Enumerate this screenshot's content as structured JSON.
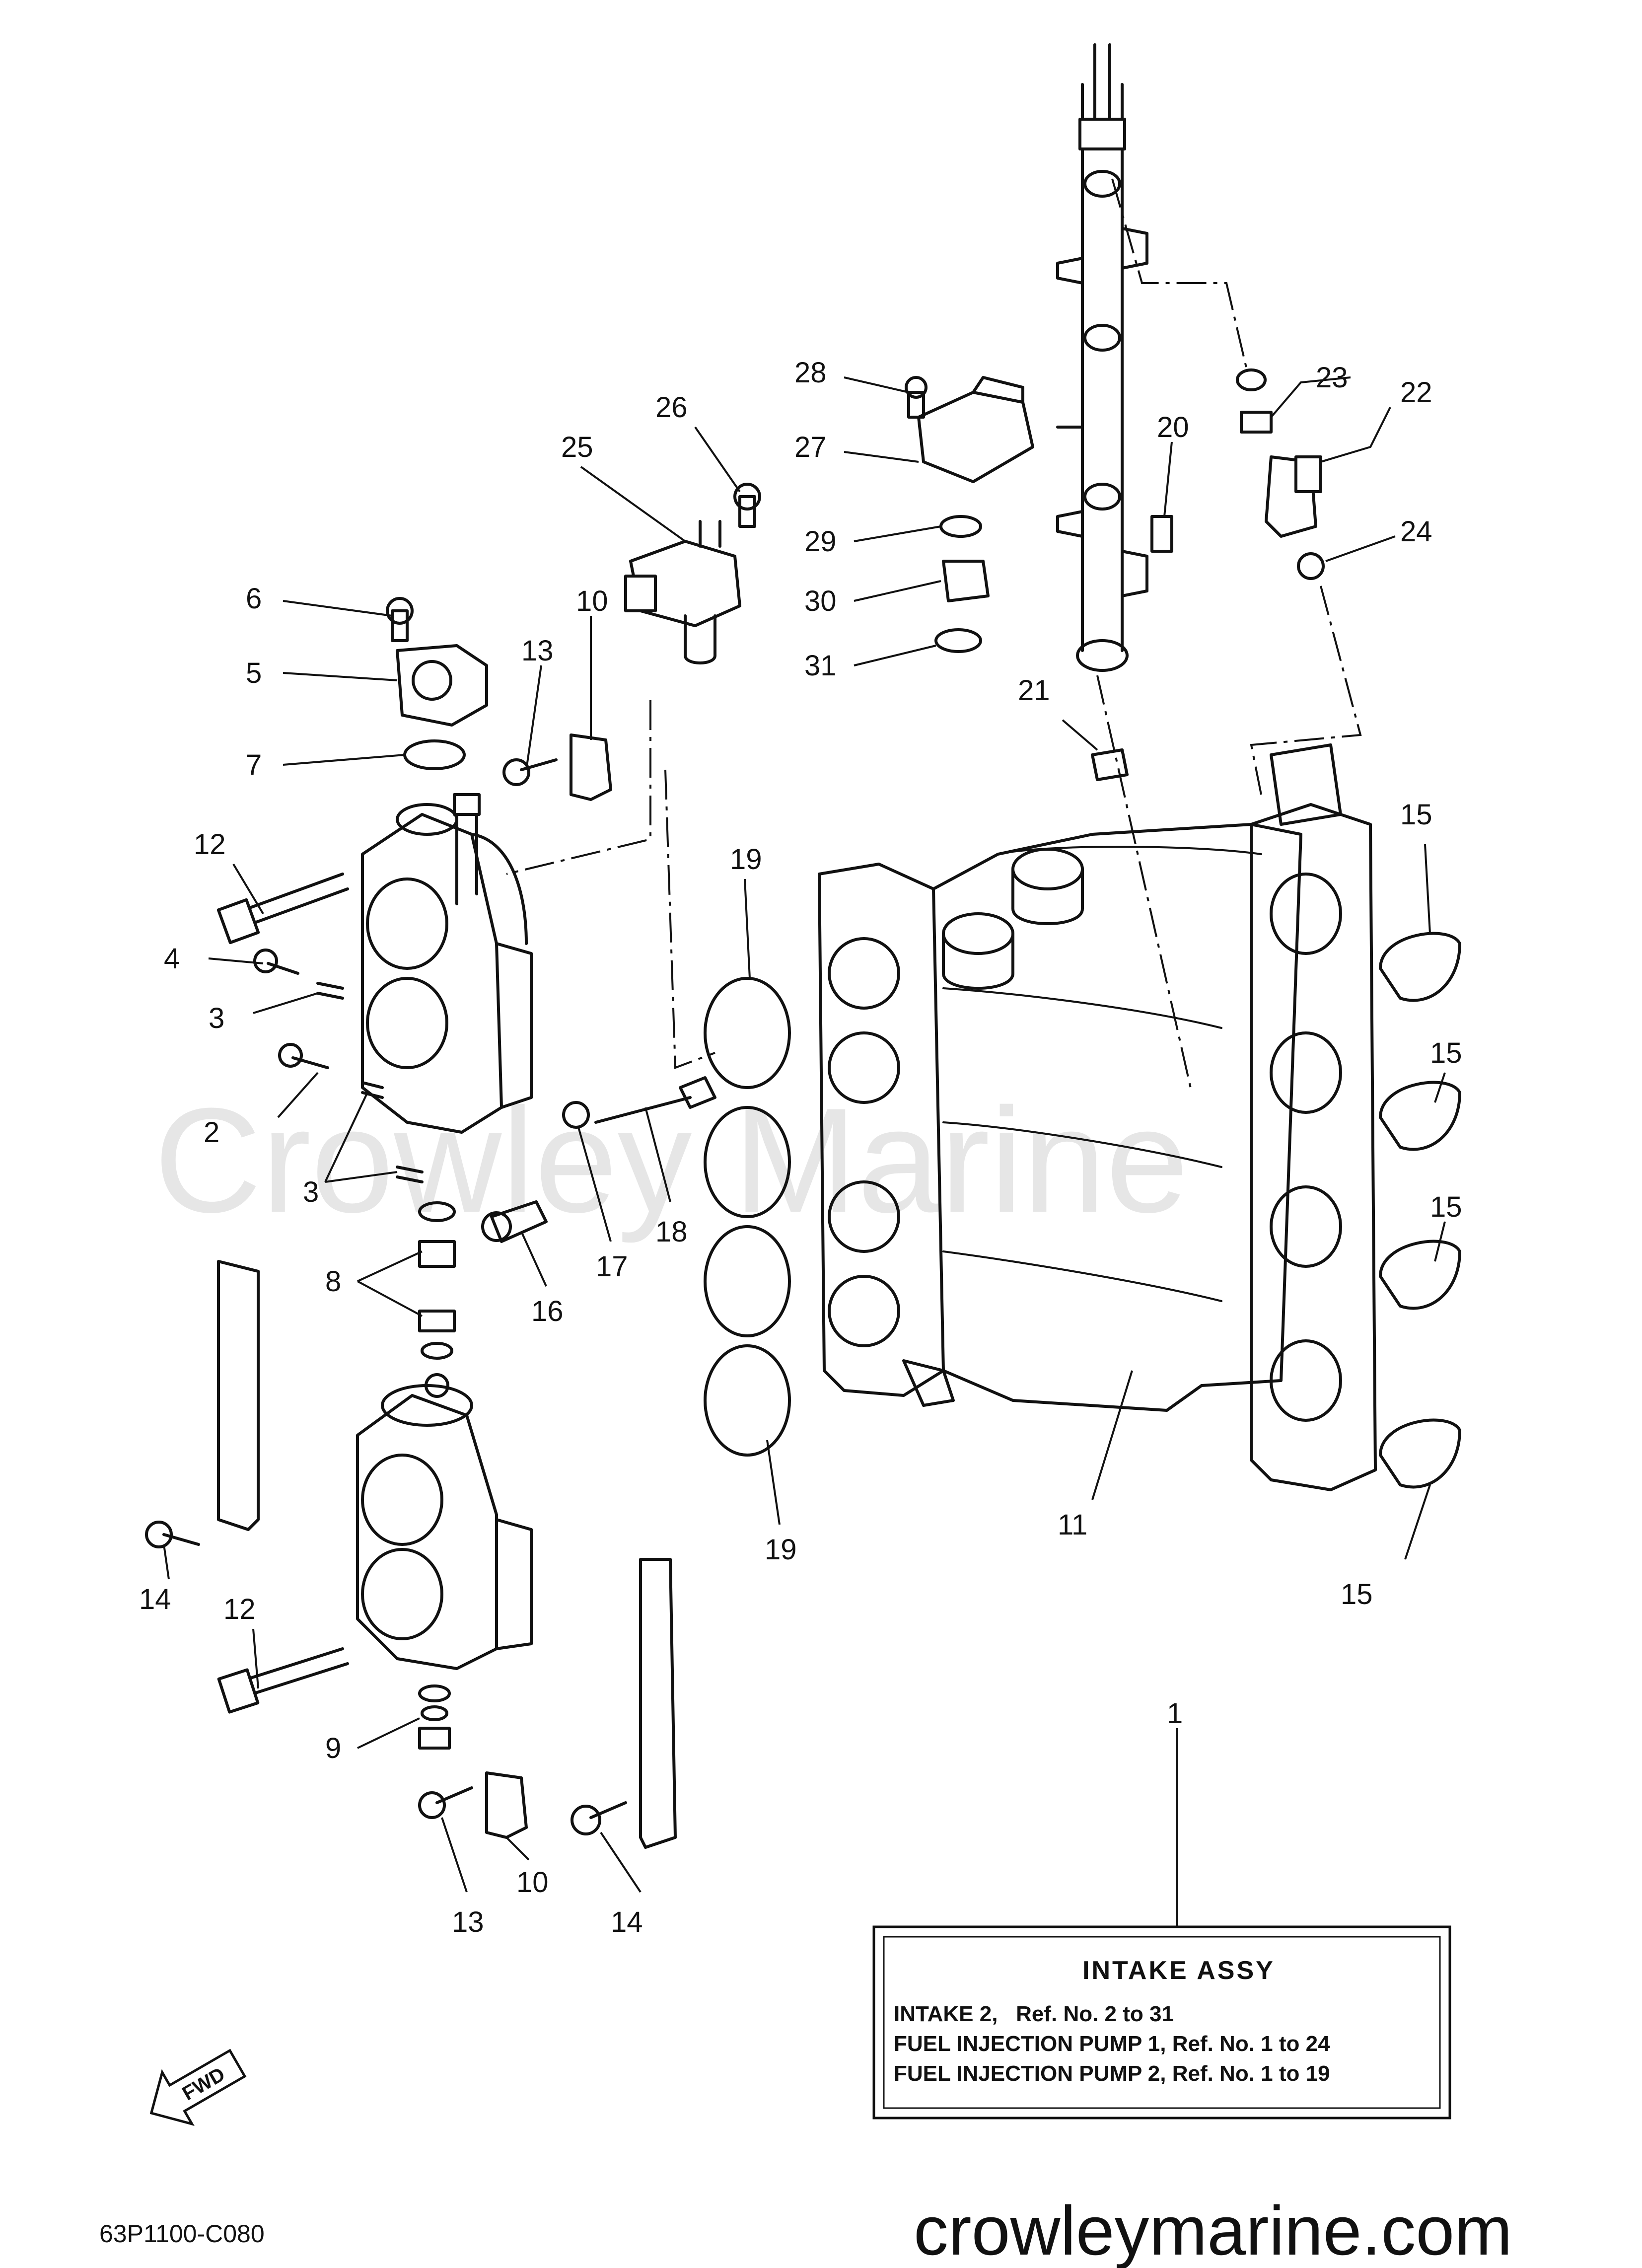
{
  "watermark": "Crowley Marine",
  "callouts": [
    "1",
    "2",
    "3",
    "3",
    "4",
    "5",
    "6",
    "7",
    "8",
    "9",
    "10",
    "10",
    "11",
    "12",
    "12",
    "13",
    "13",
    "14",
    "14",
    "15",
    "15",
    "15",
    "15",
    "16",
    "17",
    "18",
    "19",
    "19",
    "20",
    "21",
    "22",
    "23",
    "24",
    "25",
    "26",
    "27",
    "28",
    "29",
    "30",
    "31"
  ],
  "info_box": {
    "title": "INTAKE ASSY",
    "lines": [
      "INTAKE 2,   Ref. No. 2 to 31",
      "FUEL INJECTION PUMP 1, Ref. No. 1 to 24",
      "FUEL INJECTION PUMP 2, Ref. No. 1 to 19"
    ]
  },
  "fwd_label": "FWD",
  "diagram_code": "63P1100-C080",
  "site": "crowleymarine.com"
}
